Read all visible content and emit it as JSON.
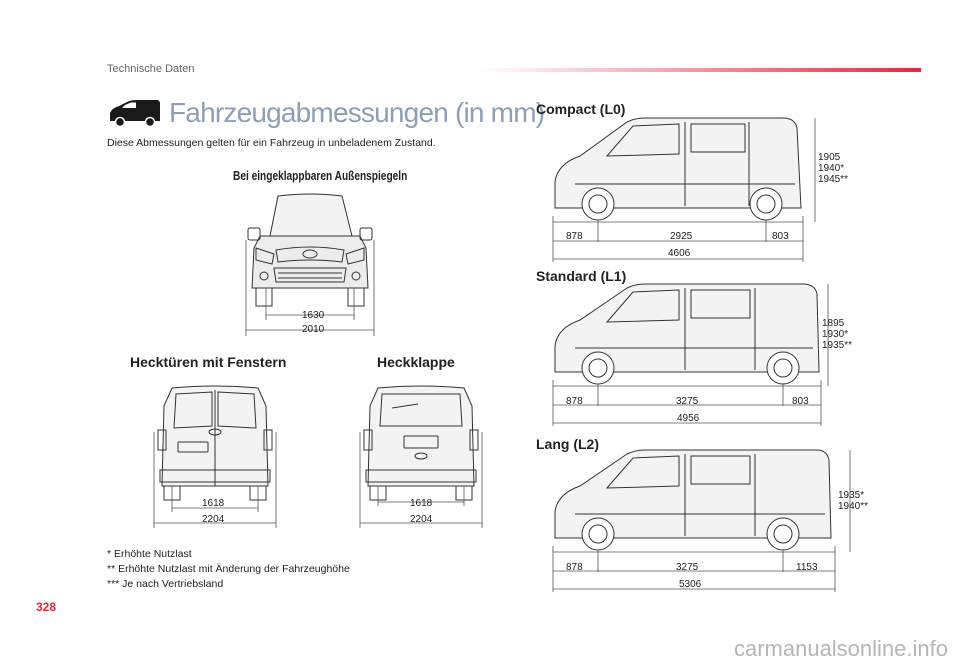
{
  "header": {
    "section": "Technische Daten"
  },
  "page": {
    "title": "Fahrzeugabmessungen (in mm)",
    "intro": "Diese Abmessungen gelten für ein Fahrzeug in unbeladenem Zustand.",
    "number": "328"
  },
  "front_view": {
    "caption": "Bei eingeklappbaren Außenspiegeln",
    "width": "1630",
    "width_total": "2010"
  },
  "rear_doors": {
    "caption": "Hecktüren mit Fenstern",
    "width": "1618",
    "width_total": "2204"
  },
  "tailgate": {
    "caption": "Heckklappe",
    "width": "1618",
    "width_total": "2204"
  },
  "compact": {
    "caption": "Compact (L0)",
    "heights": [
      "1905",
      "1940*",
      "1945**"
    ],
    "front_overhang": "878",
    "wheelbase": "2925",
    "rear_overhang": "803",
    "length": "4606"
  },
  "standard": {
    "caption": "Standard (L1)",
    "heights": [
      "1895",
      "1930*",
      "1935**"
    ],
    "front_overhang": "878",
    "wheelbase": "3275",
    "rear_overhang": "803",
    "length": "4956"
  },
  "long": {
    "caption": "Lang (L2)",
    "heights": [
      "1935*",
      "1940**"
    ],
    "front_overhang": "878",
    "wheelbase": "3275",
    "rear_overhang": "1153",
    "length": "5306"
  },
  "footnotes": [
    "* Erhöhte Nutzlast",
    "** Erhöhte Nutzlast mit Änderung der Fahrzeughöhe",
    "*** Je nach Vertriebsland"
  ],
  "watermark": "carmanualsonline.info",
  "icons": [
    "van-icon"
  ],
  "colors": {
    "accent": "#e8243a",
    "title": "#8d9eb8"
  }
}
